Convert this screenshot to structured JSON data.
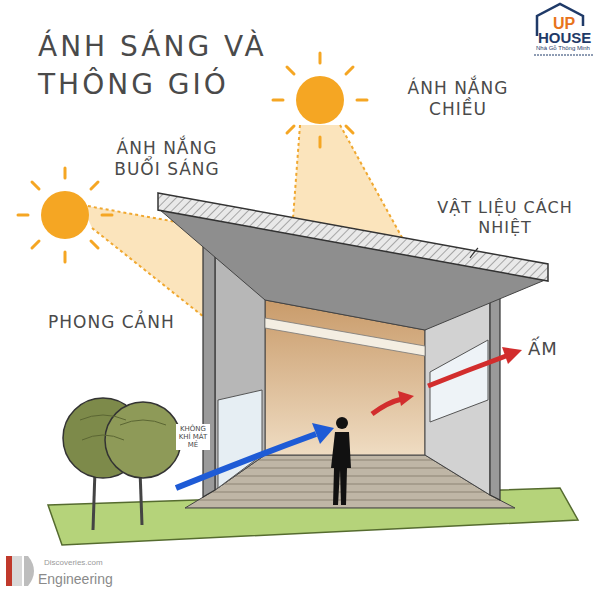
{
  "diagram": {
    "title": "ÁNH SÁNG VÀ THÔNG GIÓ",
    "labels": [
      "ÁNH NẮNG BUỔI SÁNG",
      "ÁNH NẮNG CHIỀU",
      "VẬT LIỆU CÁCH NHIỆT",
      "PHONG CẢNH",
      "ẤM",
      "KHÔNG KHÍ MÁT MẺ",
      "UP",
      "HOUSE",
      "Nhà Gỗ Thông Minh",
      "Discoveries.com",
      "Engineering"
    ]
  }
}
